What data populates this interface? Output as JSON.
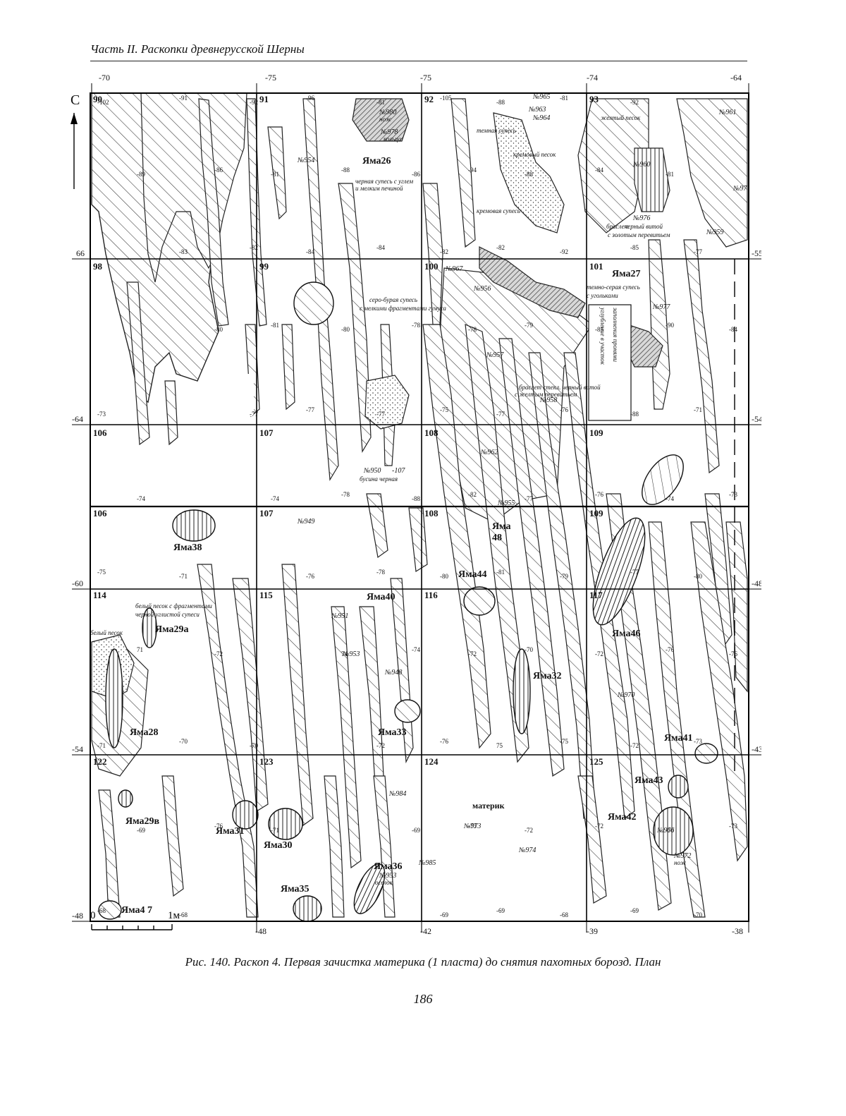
{
  "header": {
    "running_title": "Часть II. Раскопки древнерусской Шерны"
  },
  "plan": {
    "north": "С",
    "squares": [
      "90",
      "91",
      "92",
      "93",
      "98",
      "99",
      "100",
      "101",
      "106",
      "107",
      "108",
      "109",
      "106",
      "107",
      "108",
      "109",
      "114",
      "115",
      "116",
      "117",
      "122",
      "123",
      "124",
      "125"
    ],
    "top_marks": [
      "-70",
      "-75",
      "-75",
      "-74",
      "-64"
    ],
    "bottom_marks": [
      "-48",
      "-48",
      "-42",
      "-39",
      "-38"
    ],
    "left_marks": [
      "66",
      "-64",
      "-60",
      "-54",
      "-48"
    ],
    "right_marks": [
      "-55",
      "-54",
      "-48",
      "-43"
    ],
    "pits": [
      "Яма26",
      "Яма27",
      "Яма38",
      "Яма44",
      "Яма",
      "48",
      "Яма40",
      "Яма29а",
      "Яма46",
      "Яма32",
      "Яма28",
      "Яма33",
      "Яма41",
      "Яма43",
      "Яма42",
      "Яма29в",
      "Яма31",
      "Яма30",
      "Яма36",
      "Яма35",
      "Яма4 7"
    ],
    "finds": [
      "№980",
      "№978",
      "№965",
      "№963",
      "№964",
      "№961",
      "№954",
      "№960",
      "№97",
      "№976",
      "№959",
      "№967",
      "№956",
      "№977",
      "№957",
      "№958",
      "№962",
      "№950",
      "-107",
      "№955",
      "№949",
      "№951",
      "№953",
      "№948",
      "№970",
      "№984",
      "№973",
      "№974",
      "№985",
      "№953",
      "№966",
      "№972"
    ],
    "notes": [
      "нож",
      "кольцо",
      "темная супесь",
      "кремовый песок",
      "желтый песок",
      "черная супесь с углем",
      "и мелким печиной",
      "кремовая супесь",
      "браслет",
      "черный витой",
      "с золотым перевитьем",
      "серо-бурая супесь",
      "с мелкими фрагментами гумуса",
      "темно-серая супесь",
      "с угольками",
      "браслет стекл. черный витой",
      "с желтым перевитьем",
      "бусина черная",
      "белый песок с фрагментами",
      "черной углистой супеси",
      "белый песок",
      "материк",
      "оселок",
      "нож",
      "углубление в участок",
      "заполнения пронями"
    ],
    "levels": [
      "-102",
      "-91",
      "-92",
      "-96",
      "-81",
      "-105",
      "-88",
      "-81",
      "-92",
      "-89",
      "-86",
      "-81",
      "-88",
      "-86",
      "-94",
      "-88",
      "-84",
      "-81",
      "-83",
      "-82",
      "-84",
      "-84",
      "-82",
      "-82",
      "-92",
      "-85",
      "-77",
      "-80",
      "-81",
      "-80",
      "-78",
      "-78",
      "-79",
      "-85",
      "-90",
      "-84",
      "-77",
      "-77",
      "-77",
      "-75",
      "-77",
      "-76",
      "-88",
      "-71",
      "-73",
      "-74",
      "-78",
      "-88",
      "-82",
      "-77",
      "-76",
      "-74",
      "-73",
      "-74",
      "-76",
      "-78",
      "-80",
      "-81",
      "-79",
      "-77",
      "-80",
      "-75",
      "-71",
      "74",
      "-74",
      "-72",
      "-70",
      "-72",
      "-76",
      "-76",
      "71",
      "-72",
      "-72",
      "-76",
      "75",
      "-75",
      "-72",
      "-73",
      "-71",
      "-70",
      "-70",
      "-69",
      "-73",
      "-72",
      "-72",
      "-70",
      "-73",
      "-69",
      "-76",
      "-71",
      "-69",
      "-69",
      "-68",
      "-69",
      "-70",
      "-68",
      "-68"
    ],
    "scale_start": "0",
    "scale_end": "1м"
  },
  "caption": "Рис. 140. Раскоп 4. Первая зачистка материка (1 пласта) до снятия пахотных борозд. План",
  "page_number": "186"
}
